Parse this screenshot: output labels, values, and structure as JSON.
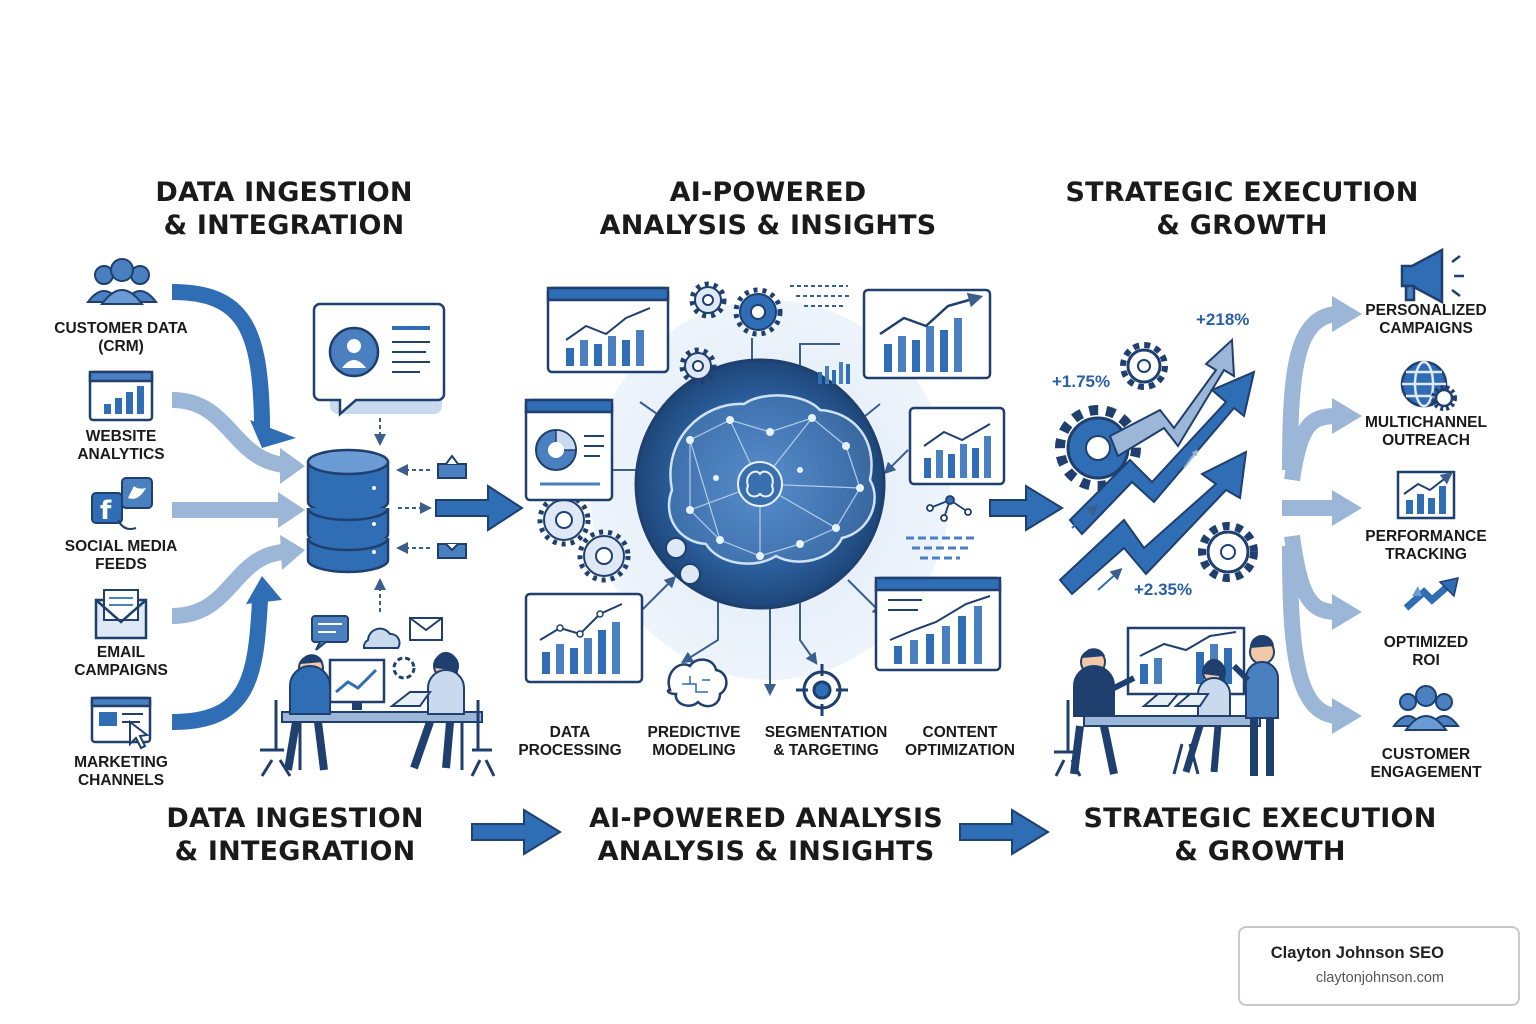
{
  "sections": {
    "ingestion": {
      "line1": "DATA INGESTION",
      "line2": "& INTEGRATION"
    },
    "analysis": {
      "line1": "AI-POWERED",
      "line2": "ANALYSIS & INSIGHTS"
    },
    "execution": {
      "line1": "STRATEGIC EXECUTION",
      "line2": "& GROWTH"
    }
  },
  "sources": [
    {
      "line1": "CUSTOMER DATA",
      "line2": "(CRM)",
      "icon": "people-icon"
    },
    {
      "line1": "WEBSITE",
      "line2": "ANALYTICS",
      "icon": "browser-chart-icon"
    },
    {
      "line1": "SOCIAL MEDIA",
      "line2": "FEEDS",
      "icon": "social-icon"
    },
    {
      "line1": "EMAIL",
      "line2": "CAMPAIGNS",
      "icon": "envelope-icon"
    },
    {
      "line1": "MARKETING",
      "line2": "CHANNELS",
      "icon": "browser-cursor-icon"
    }
  ],
  "analysis_steps": [
    {
      "line1": "DATA",
      "line2": "PROCESSING"
    },
    {
      "line1": "PREDICTIVE",
      "line2": "MODELING"
    },
    {
      "line1": "SEGMENTATION",
      "line2": "& TARGETING"
    },
    {
      "line1": "CONTENT",
      "line2": "OPTIMIZATION"
    }
  ],
  "growth_percentages": [
    "+218%",
    "+1.75%",
    "+2.35%"
  ],
  "outcomes": [
    {
      "line1": "PERSONALIZED",
      "line2": "CAMPAIGNS",
      "icon": "megaphone-icon"
    },
    {
      "line1": "MULTICHANNEL",
      "line2": "OUTREACH",
      "icon": "globe-icon"
    },
    {
      "line1": "PERFORMANCE",
      "line2": "TRACKING",
      "icon": "bar-chart-icon"
    },
    {
      "line1": "OPTIMIZED",
      "line2": "ROI",
      "icon": "trend-arrow-icon"
    },
    {
      "line1": "CUSTOMER",
      "line2": "ENGAGEMENT",
      "icon": "people-icon"
    }
  ],
  "footer_flow": [
    {
      "line1": "DATA INGESTION",
      "line2": "& INTEGRATION"
    },
    {
      "line1": "AI-POWERED ANALYSIS",
      "line2": "ANALYSIS & INSIGHTS"
    },
    {
      "line1": "STRATEGIC EXECUTION",
      "line2": "& GROWTH"
    }
  ],
  "brand": {
    "name": "Clayton Johnson SEO",
    "url": "claytonjohnson.com"
  },
  "colors": {
    "primary": "#2f6db5",
    "light": "#a9c3e0",
    "dark": "#1f3f6e",
    "accent": "#e02b24"
  }
}
